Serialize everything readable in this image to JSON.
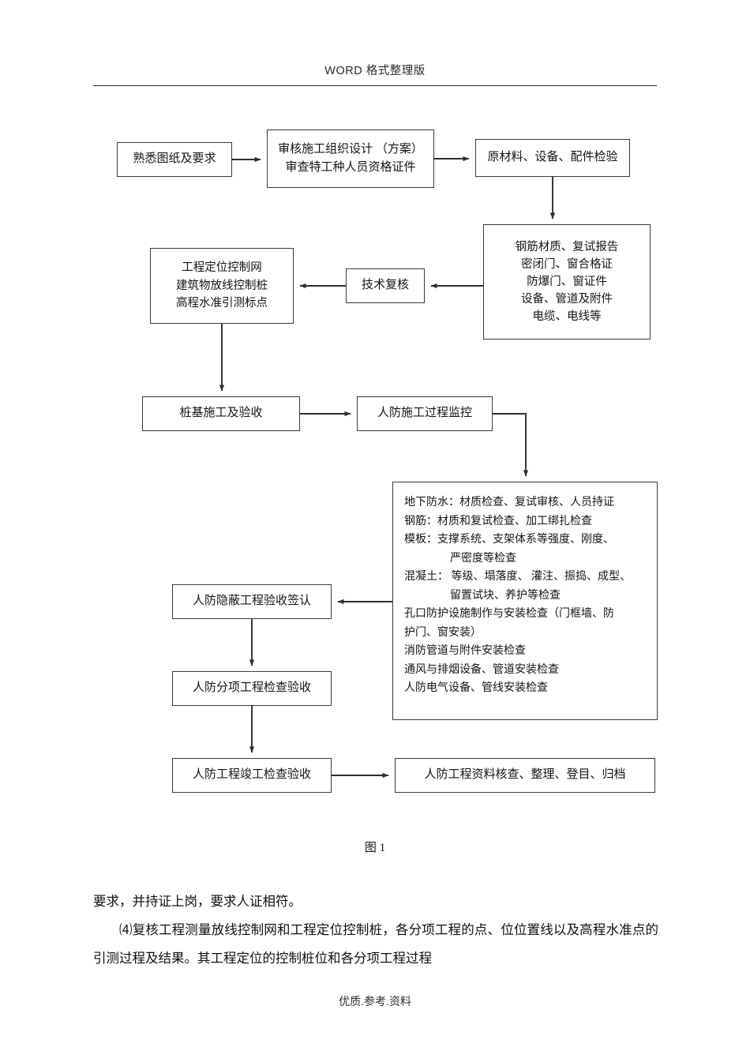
{
  "header": {
    "text": "WORD  格式整理版"
  },
  "footer": {
    "text": "优质.参考.资料"
  },
  "figure": {
    "caption": "图 1"
  },
  "flowchart": {
    "nodes": {
      "familiar": {
        "line1": "熟悉图纸及要求"
      },
      "review_org": {
        "line1": "审核施工组织设计  （方案）",
        "line2": "审查特工种人员资格证件"
      },
      "material": {
        "line1": "原材料、设备、配件检验"
      },
      "cert_list": {
        "line1": "钢筋材质、复试报告",
        "line2": "密闭门、窗合格证",
        "line3": "防爆门、窗证件",
        "line4": "设备、管道及附件",
        "line5": "电缆、电线等"
      },
      "tech_recheck": {
        "line1": "技术复核"
      },
      "control_net": {
        "line1": "工程定位控制网",
        "line2": "建筑物放线控制桩",
        "line3": "高程水准引测标点"
      },
      "pile": {
        "line1": "桩基施工及验收"
      },
      "monitor": {
        "line1": "人防施工过程监控"
      },
      "detail": {
        "line1": "地下防水：材质检查、复试审核、人员持证",
        "line2": "钢筋：材质和复试检查、加工绑扎检查",
        "line3": "模板：支撑系统、支架体系等强度、刚度、",
        "line4": "严密度等检查",
        "line5": "混凝土： 等级、塌落度、 灌注、振捣、成型、",
        "line6": "留置试块、养护等检查",
        "line7": "孔口防护设施制作与安装检查（门框墙、防",
        "line8": "护门、窗安装）",
        "line9": "消防管道与附件安装检查",
        "line10": "通风与排烟设备、管道安装检查",
        "line11": "人防电气设备、管线安装检查"
      },
      "hidden_accept": {
        "line1": "人防隐蔽工程验收签认"
      },
      "sub_accept": {
        "line1": "人防分项工程检查验收"
      },
      "final_accept": {
        "line1": "人防工程竣工检查验收"
      },
      "archive": {
        "line1": "人防工程资料核查、整理、登目、归档"
      }
    },
    "line_color": "#3a3a3a"
  },
  "body": {
    "para1": "要求，并持证上岗，要求人证相符。",
    "para2": "⑷复核工程测量放线控制网和工程定位控制桩，各分项工程的点、位位置线以及高程水准点的引测过程及结果。其工程定位的控制桩位和各分项工程过程"
  }
}
